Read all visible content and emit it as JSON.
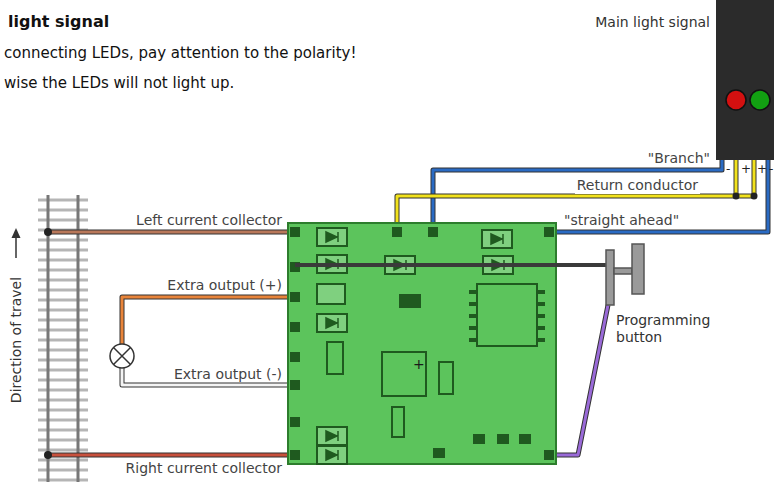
{
  "diagram": {
    "title": "light signal",
    "nodes": [
      {
        "text": [
          "Main light signal"
        ]
      },
      {
        "text": [
          "+"
        ]
      },
      {
        "text": [
          "Programming button"
        ]
      }
    ],
    "edges": [
      {
        "from": 1,
        "to": 0,
        "label": "\"Branch\"",
        "arrow": "none"
      },
      {
        "from": 1,
        "to": 0,
        "label": "Return conductor",
        "arrow": "none"
      },
      {
        "from": 1,
        "to": 0,
        "label": "\"straight ahead\"",
        "arrow": "none"
      },
      {
        "from": 1,
        "to": 2,
        "arrow": "none"
      }
    ],
    "labels": [
      "connecting LEDs, pay attention to the polarity!",
      "wise the LEDs will not light up.",
      "-",
      "+",
      "+",
      "-",
      "Left current collector",
      "Extra output (+)",
      "Extra output (-)",
      "Right current collector",
      "Direction of travel"
    ]
  }
}
